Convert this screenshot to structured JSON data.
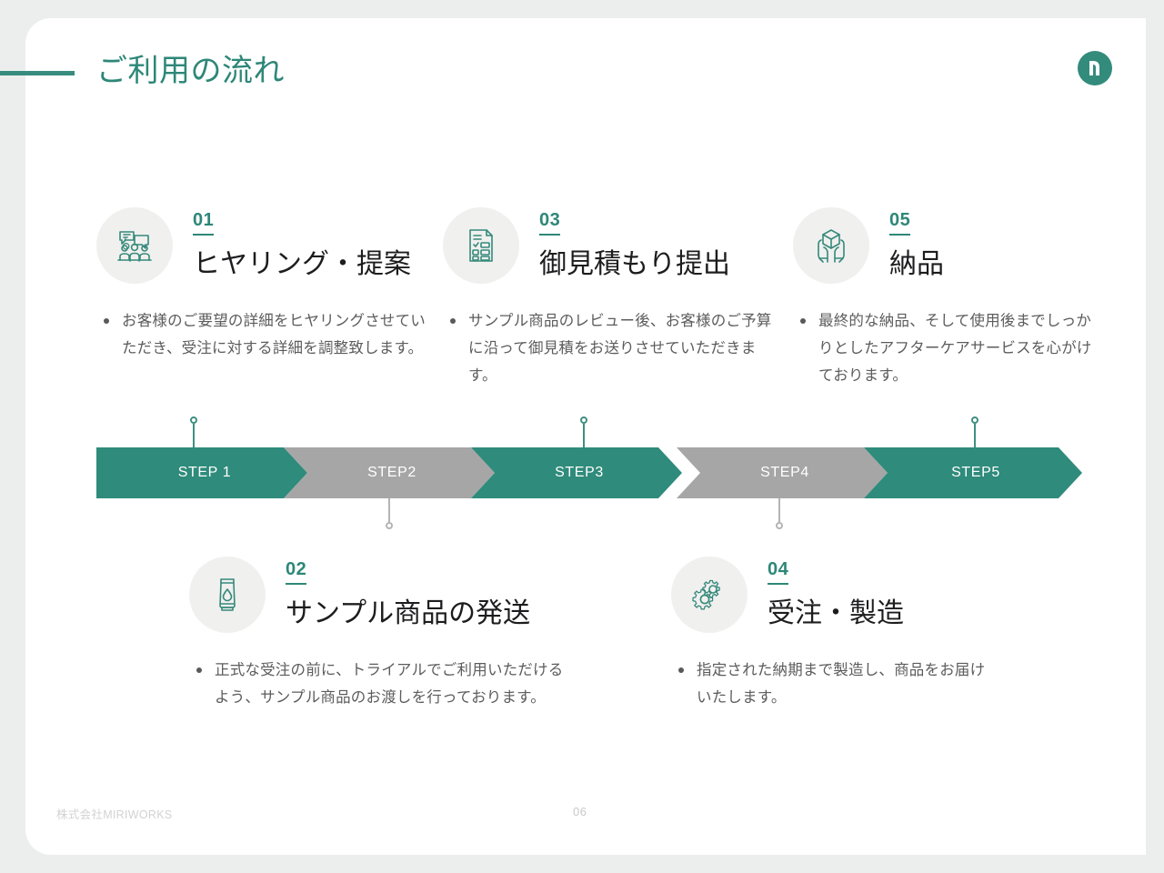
{
  "slide": {
    "title": "ご利用の流れ",
    "logo_icon": "miriworks-logo-icon",
    "accent_color": "#2e8778",
    "bar_teal": "#2f8b7b",
    "bar_gray": "#a6a6a6"
  },
  "steps": [
    {
      "number": "01",
      "title": "ヒヤリング・提案",
      "body": "お客様のご要望の詳細をヒヤリングさせていただき、受注に対する詳細を調整致します。",
      "icon": "meeting-discussion-icon",
      "bar_label": "STEP 1"
    },
    {
      "number": "02",
      "title": "サンプル商品の発送",
      "body": "正式な受注の前に、トライアルでご利用いただけるよう、サンプル商品のお渡しを行っております。",
      "icon": "cosmetic-tube-icon",
      "bar_label": "STEP2"
    },
    {
      "number": "03",
      "title": "御見積もり提出",
      "body": "サンプル商品のレビュー後、お客様のご予算に沿って御見積をお送りさせていただきます。",
      "icon": "checklist-document-icon",
      "bar_label": "STEP3"
    },
    {
      "number": "04",
      "title": "受注・製造",
      "body": "指定された納期まで製造し、商品をお届けいたします。",
      "icon": "gears-icon",
      "bar_label": "STEP4"
    },
    {
      "number": "05",
      "title": "納品",
      "body": "最終的な納品、そして使用後までしっかりとしたアフターケアサービスを心がけております。",
      "icon": "hands-holding-box-icon",
      "bar_label": "STEP5"
    }
  ],
  "footer": {
    "company": "株式会社MIRIWORKS",
    "page_number": "06"
  }
}
